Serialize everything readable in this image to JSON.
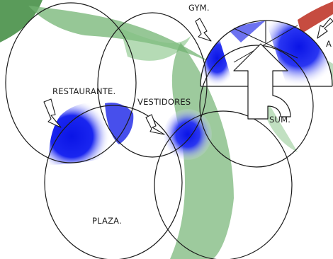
{
  "labels": {
    "gym": "GYM.",
    "restaurant": "RESTAURANTE.",
    "vestidores": "VESTIDORES",
    "sum": "SUM.",
    "plaza": "PLAZA.",
    "partial_a": "A"
  },
  "colors": {
    "overlap_blue": "#0a14e6",
    "background_green": "#5aa55a",
    "accent_red": "#c0392b",
    "line": "#1a1a1a"
  },
  "zones": [
    "restaurant",
    "vestidores",
    "gym",
    "sum",
    "plaza"
  ]
}
